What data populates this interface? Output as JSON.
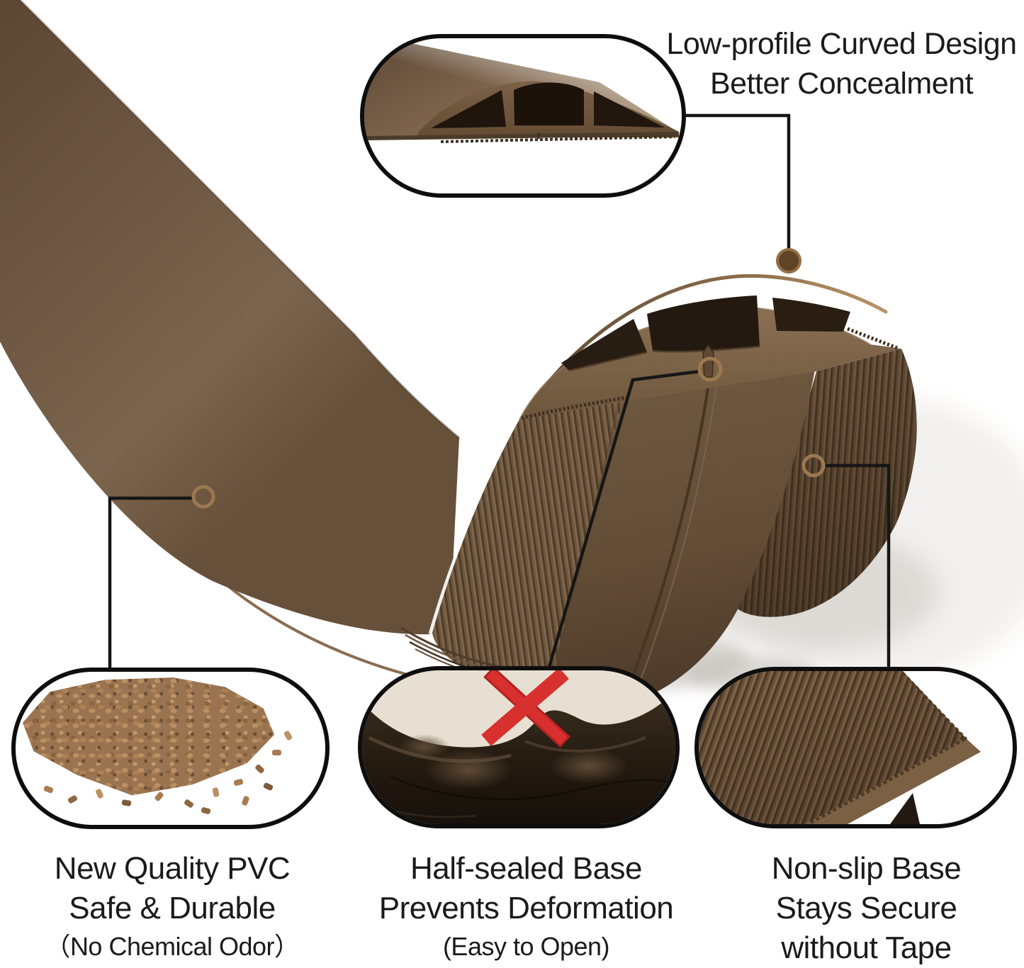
{
  "captions": {
    "top_right": {
      "line1": "Low-profile Curved Design",
      "line2": "Better Concealment"
    },
    "bottom_left": {
      "line1": "New Quality PVC",
      "line2": "Safe & Durable",
      "line3": "（No Chemical Odor）"
    },
    "bottom_middle": {
      "line1": "Half-sealed Base",
      "line2": "Prevents Deformation",
      "line3": "(Easy to Open)"
    },
    "bottom_right": {
      "line1": "Non-slip Base",
      "line2": "Stays Secure",
      "line3": "without Tape"
    }
  },
  "colors": {
    "product_brown": "#6b5440",
    "product_dark": "#4e3b29",
    "channel_dark": "#241a10",
    "callout_line": "#161616",
    "marker_ring": "#9b7950",
    "reject_red": "#d92b2b",
    "text": "#1b1b1b",
    "beige_bg": "#e7dfd2"
  }
}
